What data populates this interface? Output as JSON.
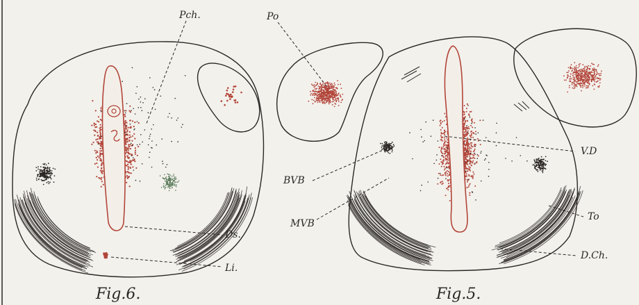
{
  "labels": {
    "pch": "Pch.",
    "po": "Po",
    "vd": "V.D",
    "bvb": "BVB",
    "mvb": "MVB",
    "to": "To",
    "ds": "Ds.",
    "dch": "D.Ch.",
    "li": "Li."
  },
  "figures": {
    "fig6": "Fig.6.",
    "fig5": "Fig.5."
  },
  "colors": {
    "paper": "#f3f1ec",
    "ink": "#2a2724",
    "red_stipple": "#b2453a"
  }
}
